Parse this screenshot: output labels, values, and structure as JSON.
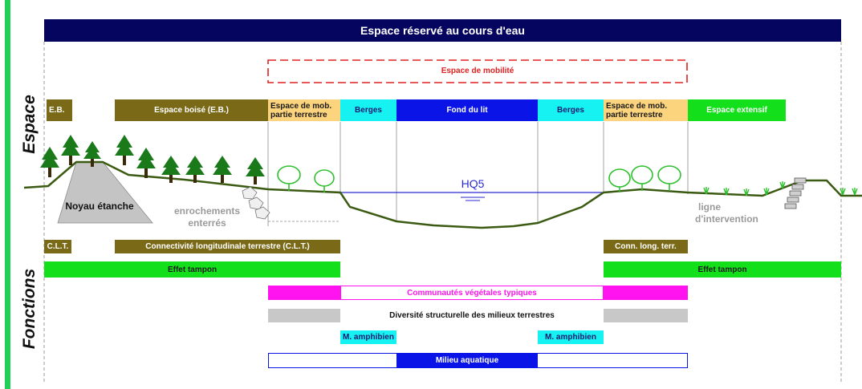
{
  "title": "Espace réservé au cours d'eau",
  "side_labels": {
    "espace": "Espace",
    "fonctions": "Fonctions"
  },
  "mobility_space": "Espace de mobilité",
  "space_row": {
    "eb_short": "E.B.",
    "espace_boise": "Espace boisé (E.B.)",
    "mob_left": "Espace de mob. partie terrestre",
    "berges_left": "Berges",
    "fond_du_lit": "Fond du lit",
    "berges_right": "Berges",
    "mob_right": "Espace de mob. partie terrestre",
    "espace_extensif": "Espace extensif"
  },
  "profile": {
    "noyau": "Noyau étanche",
    "enrochements": "enrochements enterrés",
    "hq5": "HQ5",
    "ligne": "ligne d'intervention"
  },
  "functions": {
    "clt_short": "C.L.T.",
    "clt_long": "Connectivité longitudinale terrestre (C.L.T.)",
    "conn_long": "Conn. long. terr.",
    "effet_tampon_left": "Effet tampon",
    "effet_tampon_right": "Effet tampon",
    "communautes": "Communautés végétales typiques",
    "diversite": "Diversité structurelle des milieux terrestres",
    "amphibien_left": "M. amphibien",
    "amphibien_right": "M. amphibien",
    "aquatique": "Milieu aquatique"
  },
  "colors": {
    "title_bg": "#05055f",
    "olive": "#7a6a18",
    "green": "#13e01a",
    "cyan": "#16f2f2",
    "blue": "#0a14e6",
    "tan": "#fdd47e",
    "magenta": "#ff14f0",
    "grey": "#c8c8c8",
    "mobility_red": "#e02020",
    "accent_bar": "#22d055"
  }
}
